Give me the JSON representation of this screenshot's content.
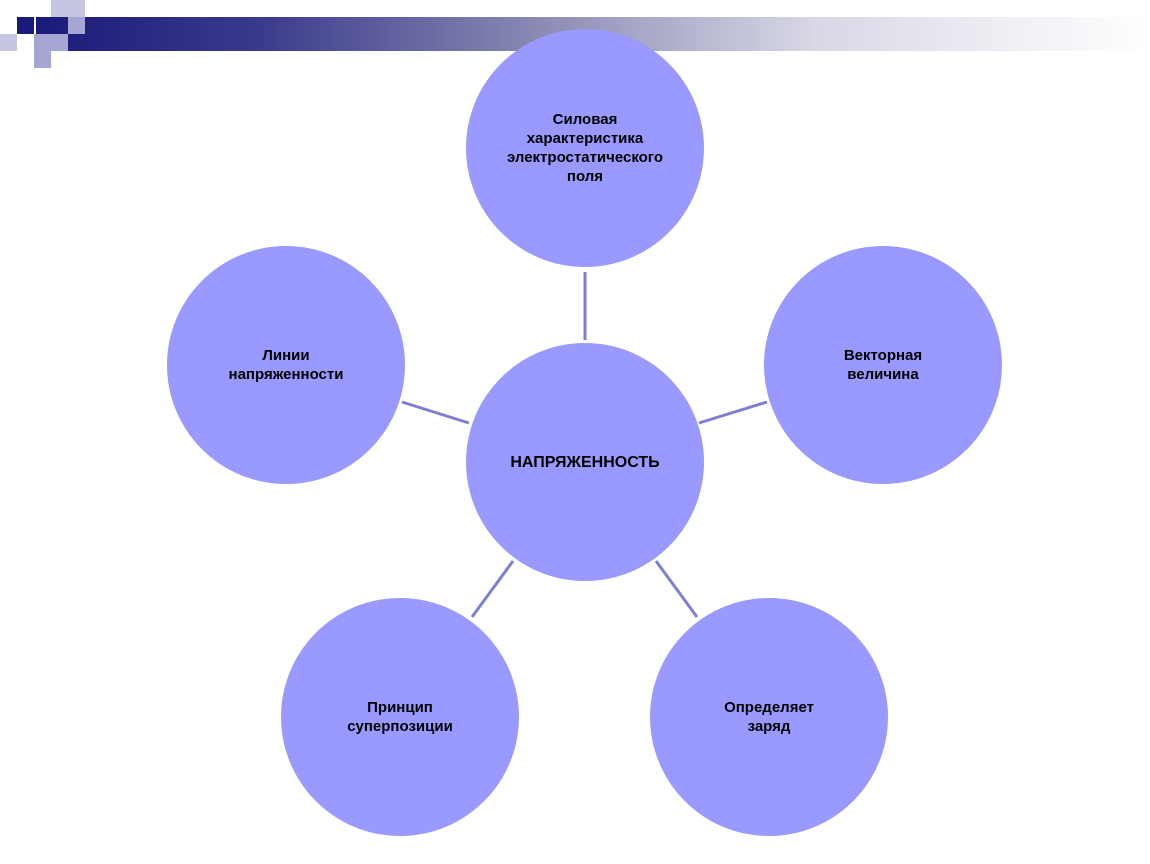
{
  "colors": {
    "node_fill": "#9999ff",
    "connector": "#7f7fcf",
    "header_dark": "#1a1a7a",
    "square_light": "#a6a6d2"
  },
  "diagram": {
    "center": {
      "label": "НАПРЯЖЕННОСТЬ"
    },
    "nodes": [
      {
        "id": "top",
        "label": "Силовая\nхарактеристика\nэлектростатического\nполя"
      },
      {
        "id": "right",
        "label": "Векторная\nвеличина"
      },
      {
        "id": "bottom-right",
        "label": "Определяет\nзаряд"
      },
      {
        "id": "bottom-left",
        "label": "Принцип\nсуперпозиции"
      },
      {
        "id": "left",
        "label": "Линии\nнапряженности"
      }
    ]
  }
}
